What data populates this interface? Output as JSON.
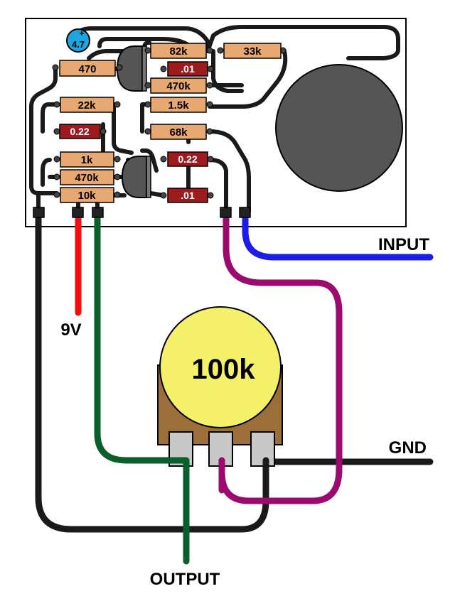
{
  "board": {
    "capacitor_electrolytic": {
      "value": "4.7",
      "polarity": "+",
      "color": "#1ca5e0"
    },
    "resistors": [
      {
        "id": "r-470-a",
        "value": "470"
      },
      {
        "id": "r-82k",
        "value": "82k"
      },
      {
        "id": "r-33k",
        "value": "33k"
      },
      {
        "id": "r-470k-a",
        "value": "470k"
      },
      {
        "id": "r-22k",
        "value": "22k"
      },
      {
        "id": "r-1-5k",
        "value": "1.5k"
      },
      {
        "id": "r-68k",
        "value": "68k"
      },
      {
        "id": "r-1k",
        "value": "1k"
      },
      {
        "id": "r-470k-b",
        "value": "470k"
      },
      {
        "id": "r-10k",
        "value": "10k"
      }
    ],
    "capacitors_film": [
      {
        "id": "c-01-a",
        "value": ".01"
      },
      {
        "id": "c-022-a",
        "value": "0.22"
      },
      {
        "id": "c-022-b",
        "value": "0.22"
      },
      {
        "id": "c-01-b",
        "value": ".01"
      }
    ]
  },
  "pot": {
    "value": "100k"
  },
  "labels": {
    "input": "INPUT",
    "nine_volt": "9V",
    "gnd": "GND",
    "output": "OUTPUT"
  },
  "colors": {
    "resistor_body": "#e8a872",
    "film_cap_body": "#9b1b1e",
    "pot_knob": "#f5f06a",
    "pot_body": "#9c6f3a",
    "trace": "#1a1a1a",
    "wire_red": "#f01010",
    "wire_green": "#0a5f2a",
    "wire_blue": "#1d1de8",
    "wire_purple": "#9b0a6e",
    "wire_black": "#1a1a1a",
    "transistor": "#555555",
    "big_pad": "#555555"
  }
}
